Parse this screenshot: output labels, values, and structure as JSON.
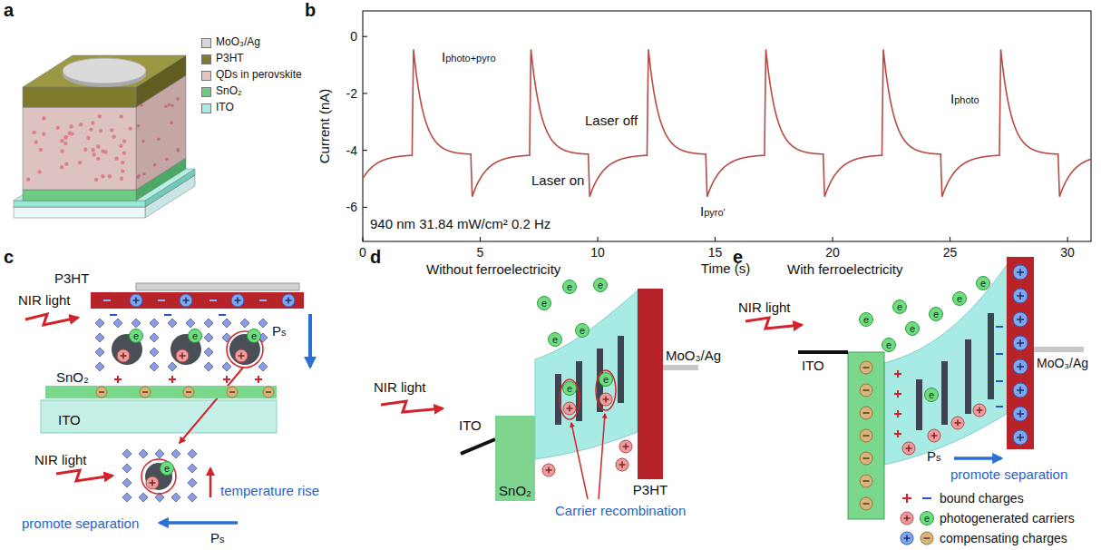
{
  "diagram": {
    "nodes": [
      {
        "text": [
          "P3HT"
        ]
      },
      {
        "text": [
          "SnO₂"
        ]
      },
      {
        "text": [
          "SnO₂"
        ]
      },
      {
        "text": [
          "P3HT"
        ]
      }
    ],
    "labels": [
      "a",
      "b",
      "c",
      "d",
      "e",
      "0",
      "-2",
      "-4",
      "-6",
      "0",
      "5",
      "10",
      "15",
      "20",
      "25",
      "30",
      "Current (nA)",
      "Time (s)",
      "Iphoto+pyro",
      "Laser off",
      "Iphoto",
      "Laser on",
      "Ipyro'",
      "940 nm 31.84 mW/cm² 0.2 Hz",
      "NIR light",
      "Ps",
      "ITO",
      "NIR light",
      "temperature rise",
      "promote separation",
      "Ps",
      "e",
      "e",
      "e",
      "e",
      "Without ferroelectricity",
      "NIR light",
      "ITO",
      "MoO₃/Ag",
      "Carrier recombination",
      "e",
      "e",
      "e",
      "e",
      "e",
      "e",
      "e",
      "With ferroelectricity",
      "NIR light",
      "ITO",
      "MoO₃/Ag",
      "promote separation",
      "Ps",
      "e",
      "e",
      "e",
      "e",
      "e",
      "e",
      "e",
      "e",
      "e"
    ],
    "legend": [
      {
        "text": "MoO₃/Ag",
        "color": "#d6d6d6"
      },
      {
        "text": "P3HT",
        "color": "#7e7c2c"
      },
      {
        "text": "QDs in perovskite",
        "color": "#e3c3c3"
      },
      {
        "text": "SnO₂",
        "color": "#6ccc83"
      },
      {
        "text": "ITO",
        "color": "#a6ece0"
      },
      {
        "text": "bound charges"
      },
      {
        "text": "photogenerated carriers"
      },
      {
        "text": "compensating charges"
      }
    ]
  }
}
